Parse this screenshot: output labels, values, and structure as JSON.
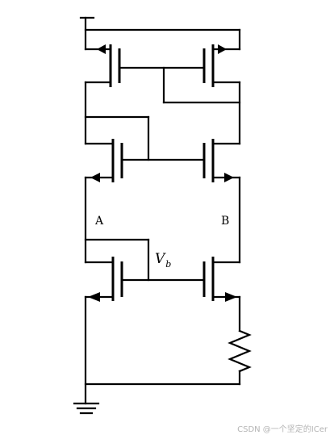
{
  "labels": {
    "node_a": "A",
    "node_b": "B",
    "vb_main": "V",
    "vb_sub": "b"
  },
  "watermark": "CSDN @一个坚定的ICer"
}
